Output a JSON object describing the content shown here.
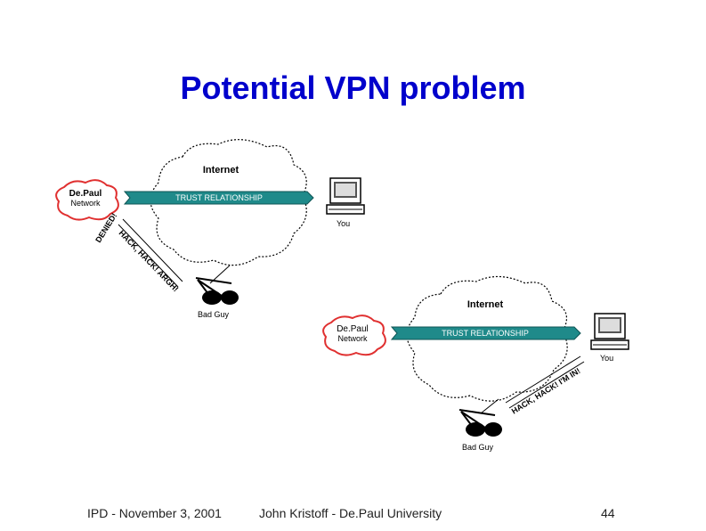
{
  "title": "Potential VPN problem",
  "diagram1": {
    "internet": "Internet",
    "depaul_line1": "De.Paul",
    "depaul_line2": "Network",
    "trust": "TRUST RELATIONSHIP",
    "you": "You",
    "denied": "DENIED!",
    "hack": "HACK, HACK! ARGH!",
    "bad_guy": "Bad Guy"
  },
  "diagram2": {
    "internet": "Internet",
    "depaul_line1": "De.Paul",
    "depaul_line2": "Network",
    "trust": "TRUST RELATIONSHIP",
    "you": "You",
    "hack": "HACK, HACK! I'M IN!",
    "bad_guy": "Bad Guy"
  },
  "footer": {
    "left": "IPD - November 3, 2001",
    "center": "John Kristoff - De.Paul University",
    "page": "44"
  },
  "colors": {
    "title": "#0000cc",
    "trust_bar": "#1f8a8a",
    "depaul_cloud": "#e03030"
  }
}
